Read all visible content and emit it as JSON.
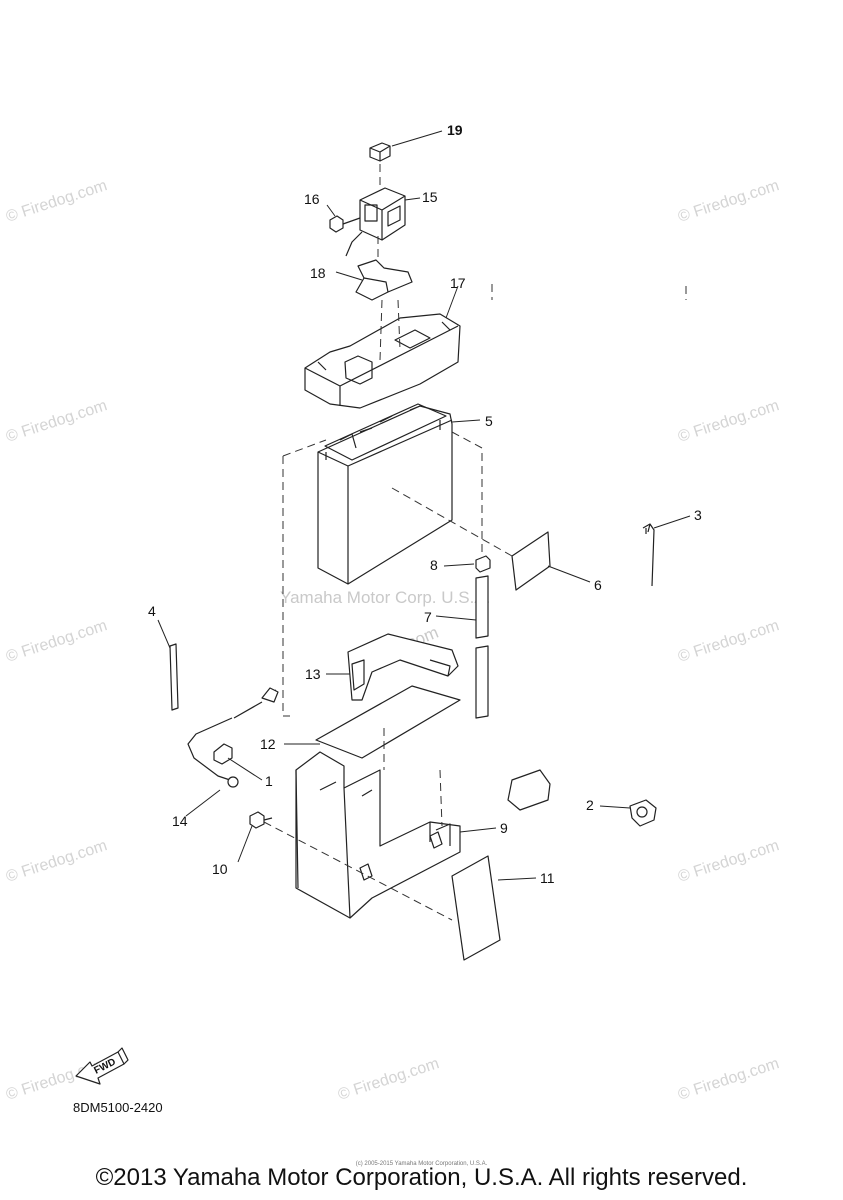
{
  "callouts": {
    "c1": "1",
    "c2": "2",
    "c3": "3",
    "c4": "4",
    "c5": "5",
    "c6": "6",
    "c7": "7",
    "c8": "8",
    "c9": "9",
    "c10": "10",
    "c11": "11",
    "c12": "12",
    "c13": "13",
    "c14": "14",
    "c15": "15",
    "c16": "16",
    "c17": "17",
    "c18": "18",
    "c19": "19"
  },
  "watermark": {
    "site": "© Firedog.com",
    "center": "Yamaha Motor Corp. U.S.A.",
    "diagonal": "Firedog.com"
  },
  "fwd_label": "FWD",
  "diagram_code": "8DM5100-2420",
  "fine_print": "(c) 2005-2015 Yamaha Motor Corporation, U.S.A.",
  "copyright": "©2013 Yamaha Motor Corporation, U.S.A. All rights reserved."
}
